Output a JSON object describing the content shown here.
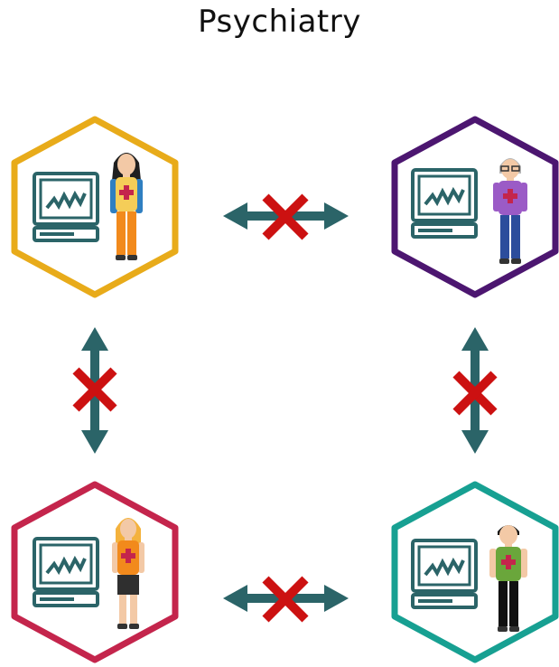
{
  "title": "Psychiatry",
  "colors": {
    "hex_top_left": "#e8ab1a",
    "hex_top_right": "#4c1670",
    "hex_bottom_left": "#c4254c",
    "hex_bottom_right": "#17a092",
    "monitor": "#2b6468",
    "arrow": "#2b6468",
    "cross": "#cc1111",
    "medical_cross": "#c4254c"
  },
  "nodes": [
    {
      "id": "top-left",
      "icon": "monitor-icon",
      "figure": "doctor-dark-hair-icon"
    },
    {
      "id": "top-right",
      "icon": "monitor-icon",
      "figure": "doctor-grey-hair-glasses-icon"
    },
    {
      "id": "bottom-left",
      "icon": "monitor-icon",
      "figure": "doctor-blonde-hair-icon"
    },
    {
      "id": "bottom-right",
      "icon": "monitor-icon",
      "figure": "doctor-black-hair-icon"
    }
  ],
  "links": [
    {
      "from": "top-left",
      "to": "top-right",
      "blocked": true
    },
    {
      "from": "bottom-left",
      "to": "bottom-right",
      "blocked": true
    },
    {
      "from": "top-left",
      "to": "bottom-left",
      "blocked": true
    },
    {
      "from": "top-right",
      "to": "bottom-right",
      "blocked": true
    }
  ]
}
